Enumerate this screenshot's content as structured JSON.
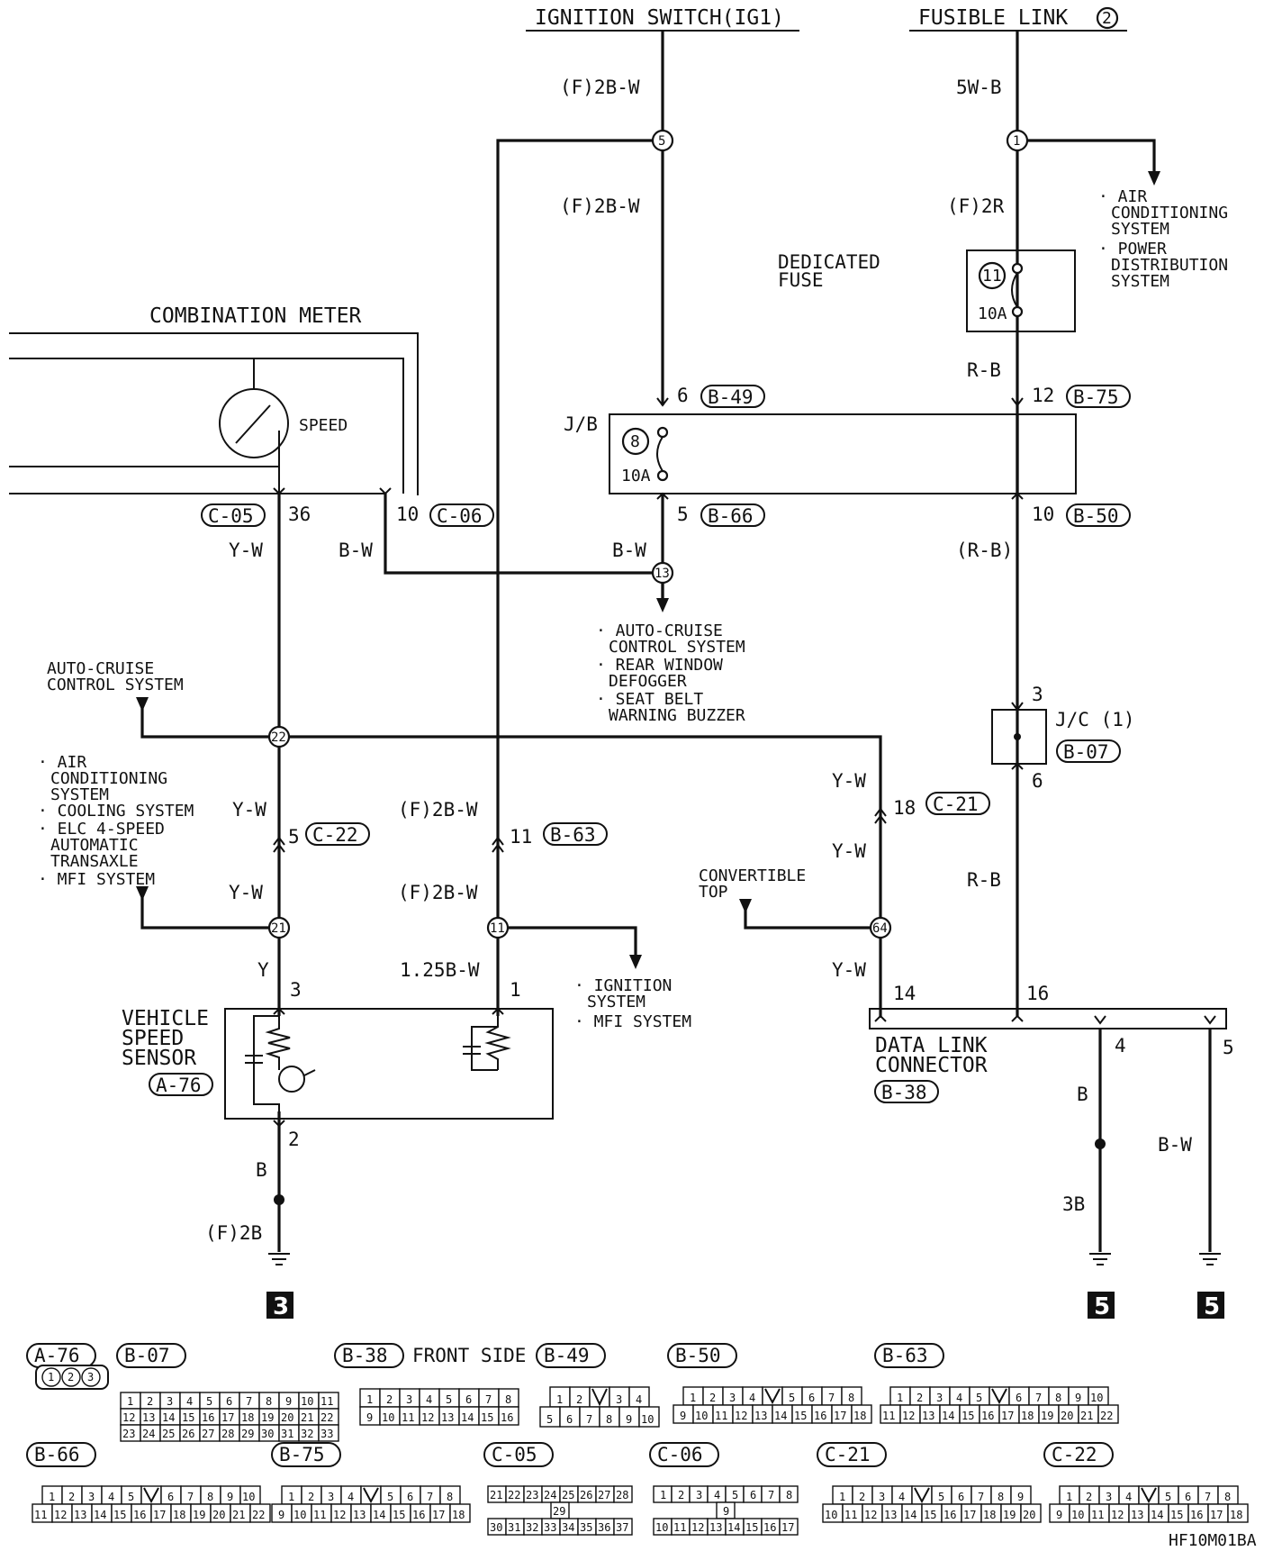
{
  "sources": {
    "ignition_switch": "IGNITION SWITCH(IG1)",
    "fusible_link": "FUSIBLE LINK",
    "fusible_link_no": "2"
  },
  "blocks": {
    "combination_meter": "COMBINATION METER",
    "speed": "SPEED",
    "dedicated_fuse": [
      "DEDICATED",
      "FUSE"
    ],
    "dedicated_fuse_no": "11",
    "dedicated_fuse_amp": "10A",
    "jb": "J/B",
    "jb_fuse_no": "8",
    "jb_fuse_amp": "10A",
    "jc": "J/C (1)",
    "vss": [
      "VEHICLE",
      "SPEED",
      "SENSOR"
    ],
    "dlc": [
      "DATA LINK",
      "CONNECTOR"
    ]
  },
  "wires": {
    "w1": "(F)2B-W",
    "w2": "(F)2B-W",
    "w3": "5W-B",
    "w4": "(F)2R",
    "w5": "R-B",
    "w6": "Y-W",
    "w7": "B-W",
    "w8": "B-W",
    "w9": "(R-B)",
    "w10": "Y-W",
    "w11": "Y-W",
    "w12": "(F)2B-W",
    "w13": "(F)2B-W",
    "w14": "1.25B-W",
    "w15": "Y",
    "w16": "B",
    "w17": "(F)2B",
    "w18": "Y-W",
    "w19": "Y-W",
    "w20": "Y-W",
    "w21": "R-B",
    "w22": "B",
    "w23": "3B",
    "w24": "B-W"
  },
  "junctions": [
    "5",
    "1",
    "13",
    "22",
    "21",
    "11",
    "64"
  ],
  "pins": {
    "p6": "6",
    "p12": "12",
    "p5": "5",
    "p10": "10",
    "p36": "36",
    "p10b": "10",
    "p3": "3",
    "p6b": "6",
    "p18": "18",
    "p5b": "5",
    "p11": "11",
    "p3b": "3",
    "p1": "1",
    "p2": "2",
    "p14": "14",
    "p16": "16",
    "p4": "4",
    "p5c": "5"
  },
  "connectors": {
    "c1": "B-49",
    "c2": "B-75",
    "c3": "B-66",
    "c4": "B-50",
    "c5": "C-05",
    "c6": "C-06",
    "c7": "B-07",
    "c8": "C-21",
    "c9": "C-22",
    "c10": "B-63",
    "c11": "A-76",
    "c12": "B-38"
  },
  "destinations": {
    "air_power": [
      "· AIR",
      "CONDITIONING",
      "SYSTEM",
      "· POWER",
      "DISTRIBUTION",
      "SYSTEM"
    ],
    "auto_cruise_defog_seat": [
      "· AUTO-CRUISE",
      "CONTROL SYSTEM",
      "· REAR WINDOW",
      "DEFOGGER",
      "· SEAT BELT",
      "WARNING BUZZER"
    ],
    "auto_cruise": [
      "AUTO-CRUISE",
      "CONTROL SYSTEM"
    ],
    "left_systems": [
      "· AIR",
      "CONDITIONING",
      "SYSTEM",
      "· COOLING SYSTEM",
      "· ELC 4-SPEED",
      "AUTOMATIC",
      "TRANSAXLE",
      "· MFI SYSTEM"
    ],
    "convertible": [
      "CONVERTIBLE",
      "TOP"
    ],
    "ignition_mfi": [
      "· IGNITION",
      "SYSTEM",
      "· MFI SYSTEM"
    ]
  },
  "grounds": [
    "3",
    "5",
    "5"
  ],
  "legend": {
    "a76": {
      "label": "A-76",
      "pins": [
        "1",
        "2",
        "3"
      ]
    },
    "b07": {
      "label": "B-07",
      "rows": [
        [
          "1",
          "2",
          "3",
          "4",
          "5",
          "6",
          "7",
          "8",
          "9",
          "10",
          "11"
        ],
        [
          "12",
          "13",
          "14",
          "15",
          "16",
          "17",
          "18",
          "19",
          "20",
          "21",
          "22"
        ],
        [
          "23",
          "24",
          "25",
          "26",
          "27",
          "28",
          "29",
          "30",
          "31",
          "32",
          "33"
        ]
      ]
    },
    "b38": {
      "label": "B-38",
      "note": "FRONT SIDE",
      "rows": [
        [
          "1",
          "2",
          "3",
          "4",
          "5",
          "6",
          "7",
          "8"
        ],
        [
          "9",
          "10",
          "11",
          "12",
          "13",
          "14",
          "15",
          "16"
        ]
      ]
    },
    "b49": {
      "label": "B-49",
      "rows": [
        [
          "1",
          "2",
          "",
          "3",
          "4"
        ],
        [
          "5",
          "6",
          "7",
          "8",
          "9",
          "10"
        ]
      ]
    },
    "b50": {
      "label": "B-50",
      "rows": [
        [
          "1",
          "2",
          "3",
          "4",
          "",
          "5",
          "6",
          "7",
          "8"
        ],
        [
          "9",
          "10",
          "11",
          "12",
          "13",
          "14",
          "15",
          "16",
          "17",
          "18"
        ]
      ]
    },
    "b63": {
      "label": "B-63",
      "rows": [
        [
          "1",
          "2",
          "3",
          "4",
          "5",
          "",
          "6",
          "7",
          "8",
          "9",
          "10"
        ],
        [
          "11",
          "12",
          "13",
          "14",
          "15",
          "16",
          "17",
          "18",
          "19",
          "20",
          "21",
          "22"
        ]
      ]
    },
    "b66": {
      "label": "B-66",
      "rows": [
        [
          "1",
          "2",
          "3",
          "4",
          "5",
          "",
          "6",
          "7",
          "8",
          "9",
          "10"
        ],
        [
          "11",
          "12",
          "13",
          "14",
          "15",
          "16",
          "17",
          "18",
          "19",
          "20",
          "21",
          "22"
        ]
      ]
    },
    "b75": {
      "label": "B-75",
      "rows": [
        [
          "1",
          "2",
          "3",
          "4",
          "",
          "5",
          "6",
          "7",
          "8"
        ],
        [
          "9",
          "10",
          "11",
          "12",
          "13",
          "14",
          "15",
          "16",
          "17",
          "18"
        ]
      ]
    },
    "c05": {
      "label": "C-05",
      "rows": [
        [
          "21",
          "22",
          "23",
          "24",
          "25",
          "26",
          "27",
          "28"
        ],
        [
          "29"
        ],
        [
          "30",
          "31",
          "32",
          "33",
          "34",
          "35",
          "36",
          "37"
        ]
      ]
    },
    "c06": {
      "label": "C-06",
      "rows": [
        [
          "1",
          "2",
          "3",
          "4",
          "5",
          "6",
          "7",
          "8"
        ],
        [
          "9"
        ],
        [
          "10",
          "11",
          "12",
          "13",
          "14",
          "15",
          "16",
          "17"
        ]
      ]
    },
    "c21": {
      "label": "C-21",
      "rows": [
        [
          "1",
          "2",
          "3",
          "4",
          "",
          "5",
          "6",
          "7",
          "8",
          "9"
        ],
        [
          "10",
          "11",
          "12",
          "13",
          "14",
          "15",
          "16",
          "17",
          "18",
          "19",
          "20"
        ]
      ]
    },
    "c22": {
      "label": "C-22",
      "rows": [
        [
          "1",
          "2",
          "3",
          "4",
          "",
          "5",
          "6",
          "7",
          "8"
        ],
        [
          "9",
          "10",
          "11",
          "12",
          "13",
          "14",
          "15",
          "16",
          "17",
          "18"
        ]
      ]
    }
  },
  "code": "HF10M01BA"
}
